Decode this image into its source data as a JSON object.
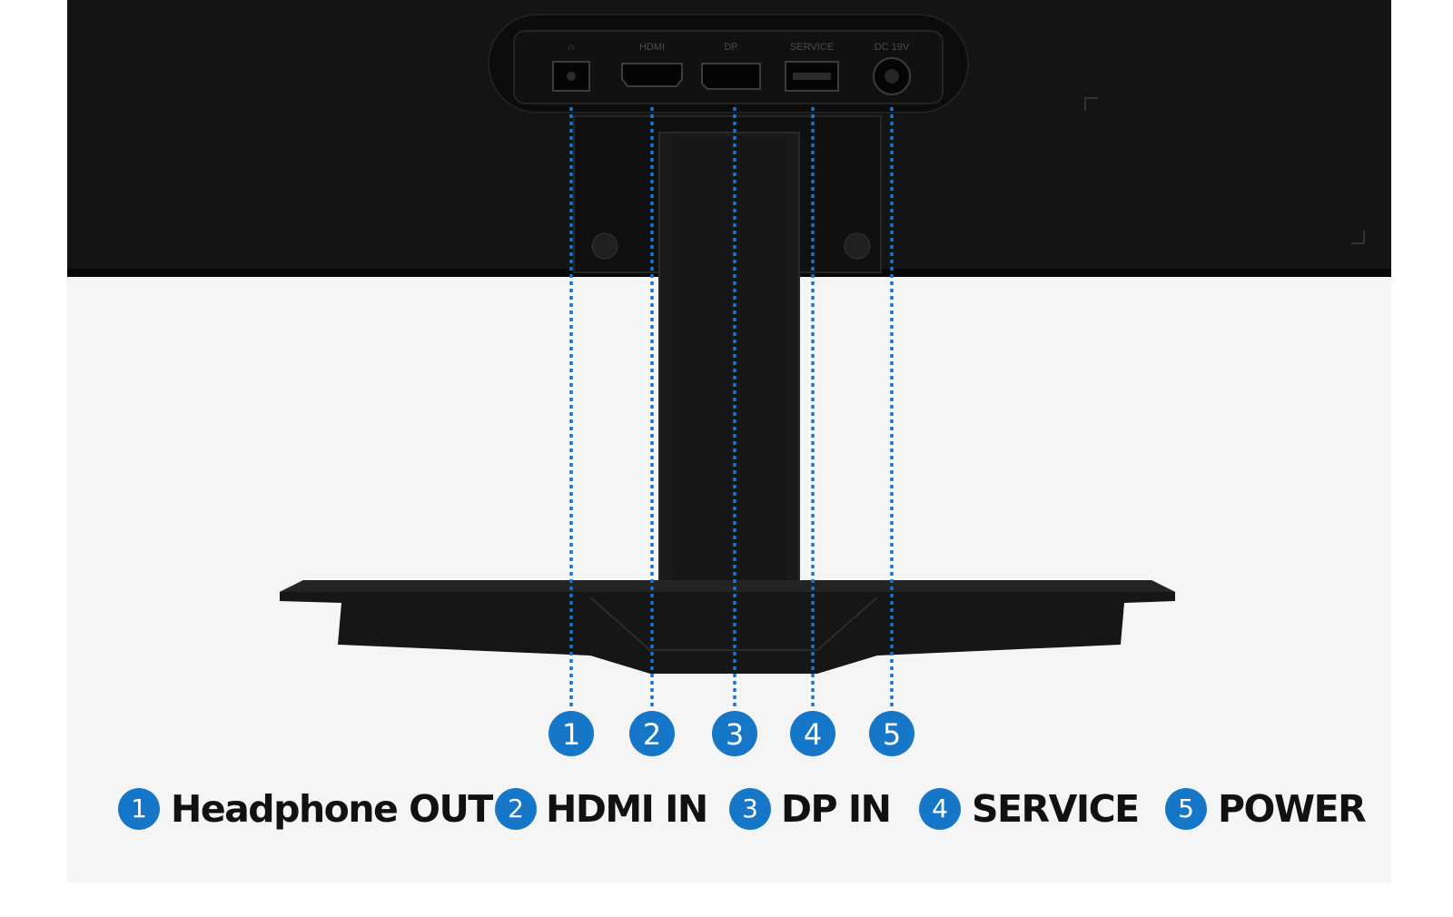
{
  "panel": {
    "port_labels": [
      "∩",
      "HDMI",
      "DP",
      "SERVICE",
      "DC 19V"
    ]
  },
  "callouts": [
    "1",
    "2",
    "3",
    "4",
    "5"
  ],
  "legend": [
    {
      "number": "1",
      "label": "Headphone OUT"
    },
    {
      "number": "2",
      "label": "HDMI IN"
    },
    {
      "number": "3",
      "label": "DP IN"
    },
    {
      "number": "4",
      "label": "SERVICE"
    },
    {
      "number": "5",
      "label": "POWER"
    }
  ],
  "colors": {
    "accent": "#1677c9",
    "monitor": "#141414",
    "background": "#f5f5f5"
  }
}
